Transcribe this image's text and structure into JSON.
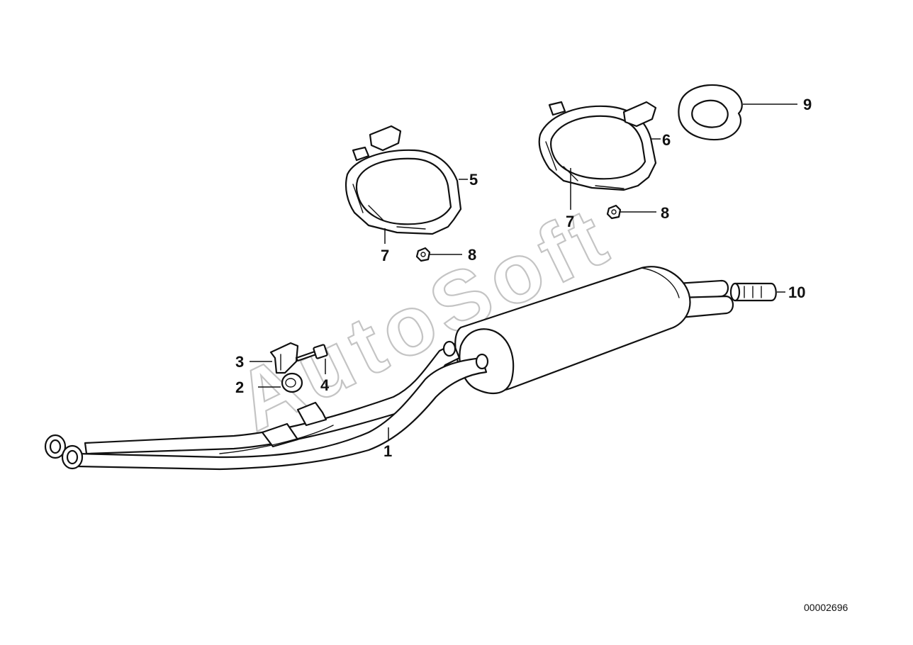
{
  "diagram": {
    "drawing_number": "00002696",
    "watermark": "AutoSoft",
    "callouts": [
      {
        "id": "1",
        "label": "1"
      },
      {
        "id": "2",
        "label": "2"
      },
      {
        "id": "3",
        "label": "3"
      },
      {
        "id": "4",
        "label": "4"
      },
      {
        "id": "5",
        "label": "5"
      },
      {
        "id": "6",
        "label": "6"
      },
      {
        "id": "7a",
        "label": "7"
      },
      {
        "id": "7b",
        "label": "7"
      },
      {
        "id": "8a",
        "label": "8"
      },
      {
        "id": "8b",
        "label": "8"
      },
      {
        "id": "9",
        "label": "9"
      },
      {
        "id": "10",
        "label": "10"
      }
    ]
  }
}
